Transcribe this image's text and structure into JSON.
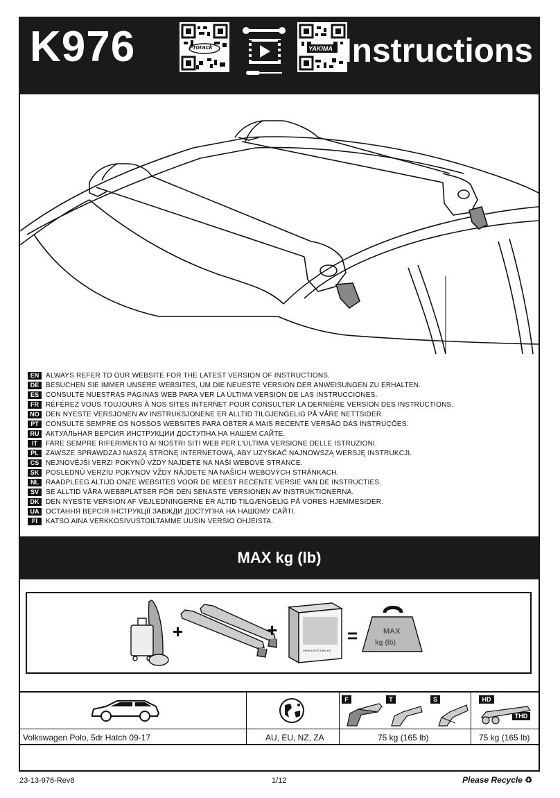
{
  "header": {
    "model": "K976",
    "title": "Instructions",
    "qr_left_caption": "Prorack",
    "qr_right_caption": "YAKIMA"
  },
  "languages": [
    {
      "code": "EN",
      "text": "ALWAYS REFER TO OUR WEBSITE FOR THE LATEST VERSION OF INSTRUCTIONS."
    },
    {
      "code": "DE",
      "text": "BESUCHEN SIE IMMER UNSERE WEBSITES, UM DIE NEUESTE VERSION DER ANWEISUNGEN ZU ERHALTEN."
    },
    {
      "code": "ES",
      "text": "CONSULTE NUESTRAS PÁGINAS WEB PARA VER LA ÚLTIMA VERSIÓN DE LAS INSTRUCCIONES."
    },
    {
      "code": "FR",
      "text": "RÉFÉREZ VOUS TOUJOURS À NOS SITES INTERNET POUR CONSULTER LA DERNIÈRE VERSION DES INSTRUCTIONS."
    },
    {
      "code": "NO",
      "text": "DEN NYESTE VERSJONEN AV INSTRUKSJONENE ER ALLTID TILGJENGELIG PÅ VÅRE NETTSIDER."
    },
    {
      "code": "PT",
      "text": "CONSULTE SEMPRE OS NOSSOS WEBSITES PARA OBTER A MAIS RECENTE VERSÃO DAS INSTRUÇÕES."
    },
    {
      "code": "RU",
      "text": "АКТУАЛЬНАЯ ВЕРСИЯ ИНСТРУКЦИИ ДОСТУПНА НА НАШЕМ САЙТЕ."
    },
    {
      "code": "IT",
      "text": "FARE SEMPRE RIFERIMENTO AI NOSTRI SITI WEB PER L'ULTIMA VERSIONE DELLE ISTRUZIONI."
    },
    {
      "code": "PL",
      "text": "ZAWSZE SPRAWDZAJ NASZĄ STRONĘ INTERNETOWĄ, ABY UZYSKAĆ NAJNOWSZĄ WERSJĘ INSTRUKCJI."
    },
    {
      "code": "CS",
      "text": "NEJNOVĚJŠÍ VERZI POKYNŮ VŽDY NAJDETE NA NAŠÍ WEBOVÉ STRÁNCE."
    },
    {
      "code": "SK",
      "text": "POSLEDNÚ VERZIU POKYNOV VŽDY NÁJDETE NA NAŠICH WEBOVÝCH STRÁNKACH."
    },
    {
      "code": "NL",
      "text": "RAADPLEEG ALTIJD ONZE WEBSITES VOOR DE MEEST RECENTE VERSIE VAN DE INSTRUCTIES."
    },
    {
      "code": "SV",
      "text": "SE ALLTID VÅRA WEBBPLATSER FÖR DEN SENASTE VERSIONEN AV INSTRUKTIONERNA."
    },
    {
      "code": "DK",
      "text": "DEN NYESTE VERSION AF VEJLEDNINGERNE ER ALTID TILGÆNGELIG PÅ VORES HJEMMESIDER."
    },
    {
      "code": "UA",
      "text": "ОСТАННЯ ВЕРСІЯ ІНСТРУКЦІЇ ЗАВЖДИ ДОСТУПНА НА НАШОМУ САЙТІ."
    },
    {
      "code": "FI",
      "text": "KATSO AINA VERKKOSIVUSTOILTAMME UUSIN VERSIO OHJEISTA."
    }
  ],
  "max_bar": {
    "label": "MAX kg (lb)"
  },
  "equation": {
    "plus": "+",
    "equals": "=",
    "weight_label_top": "MAX",
    "weight_label_bottom": "kg (lb)",
    "box_label": "VEHICLE FITTING KIT"
  },
  "table": {
    "vehicle": "Volkswagen Polo, 5dr Hatch 09-17",
    "regions": "AU, EU, NZ, ZA",
    "load_fts": "75 kg (165 lb)",
    "load_hd": "75 kg (165 lb)",
    "badge_f": "F",
    "badge_t": "T",
    "badge_s": "S",
    "badge_hd": "HD",
    "badge_thd": "THD"
  },
  "footer": {
    "doc_code": "23-13-976-Rev8",
    "page": "1/12",
    "recycle": "Please Recycle",
    "recycle_icon": "recycle-icon"
  },
  "colors": {
    "dark": "#1a1a1a",
    "white": "#ffffff"
  }
}
